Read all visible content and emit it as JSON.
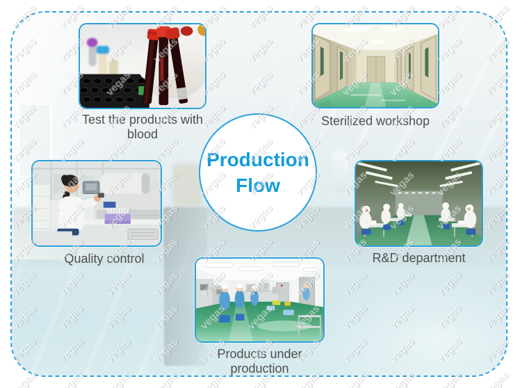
{
  "watermark": {
    "text": "vegas"
  },
  "center_circle": {
    "title": "Production Flow"
  },
  "captions": {
    "test_blood": "Test the products with blood",
    "sterilized": "Sterilized workshop",
    "quality": "Quality control",
    "rd": "R&D department",
    "production": "Products under production"
  },
  "colors": {
    "frame_dashed_blue": "#2f9ed8",
    "photo_border_blue": "#2ba0da",
    "title_blue": "#149cda",
    "caption_gray": "#4e4e4e"
  }
}
